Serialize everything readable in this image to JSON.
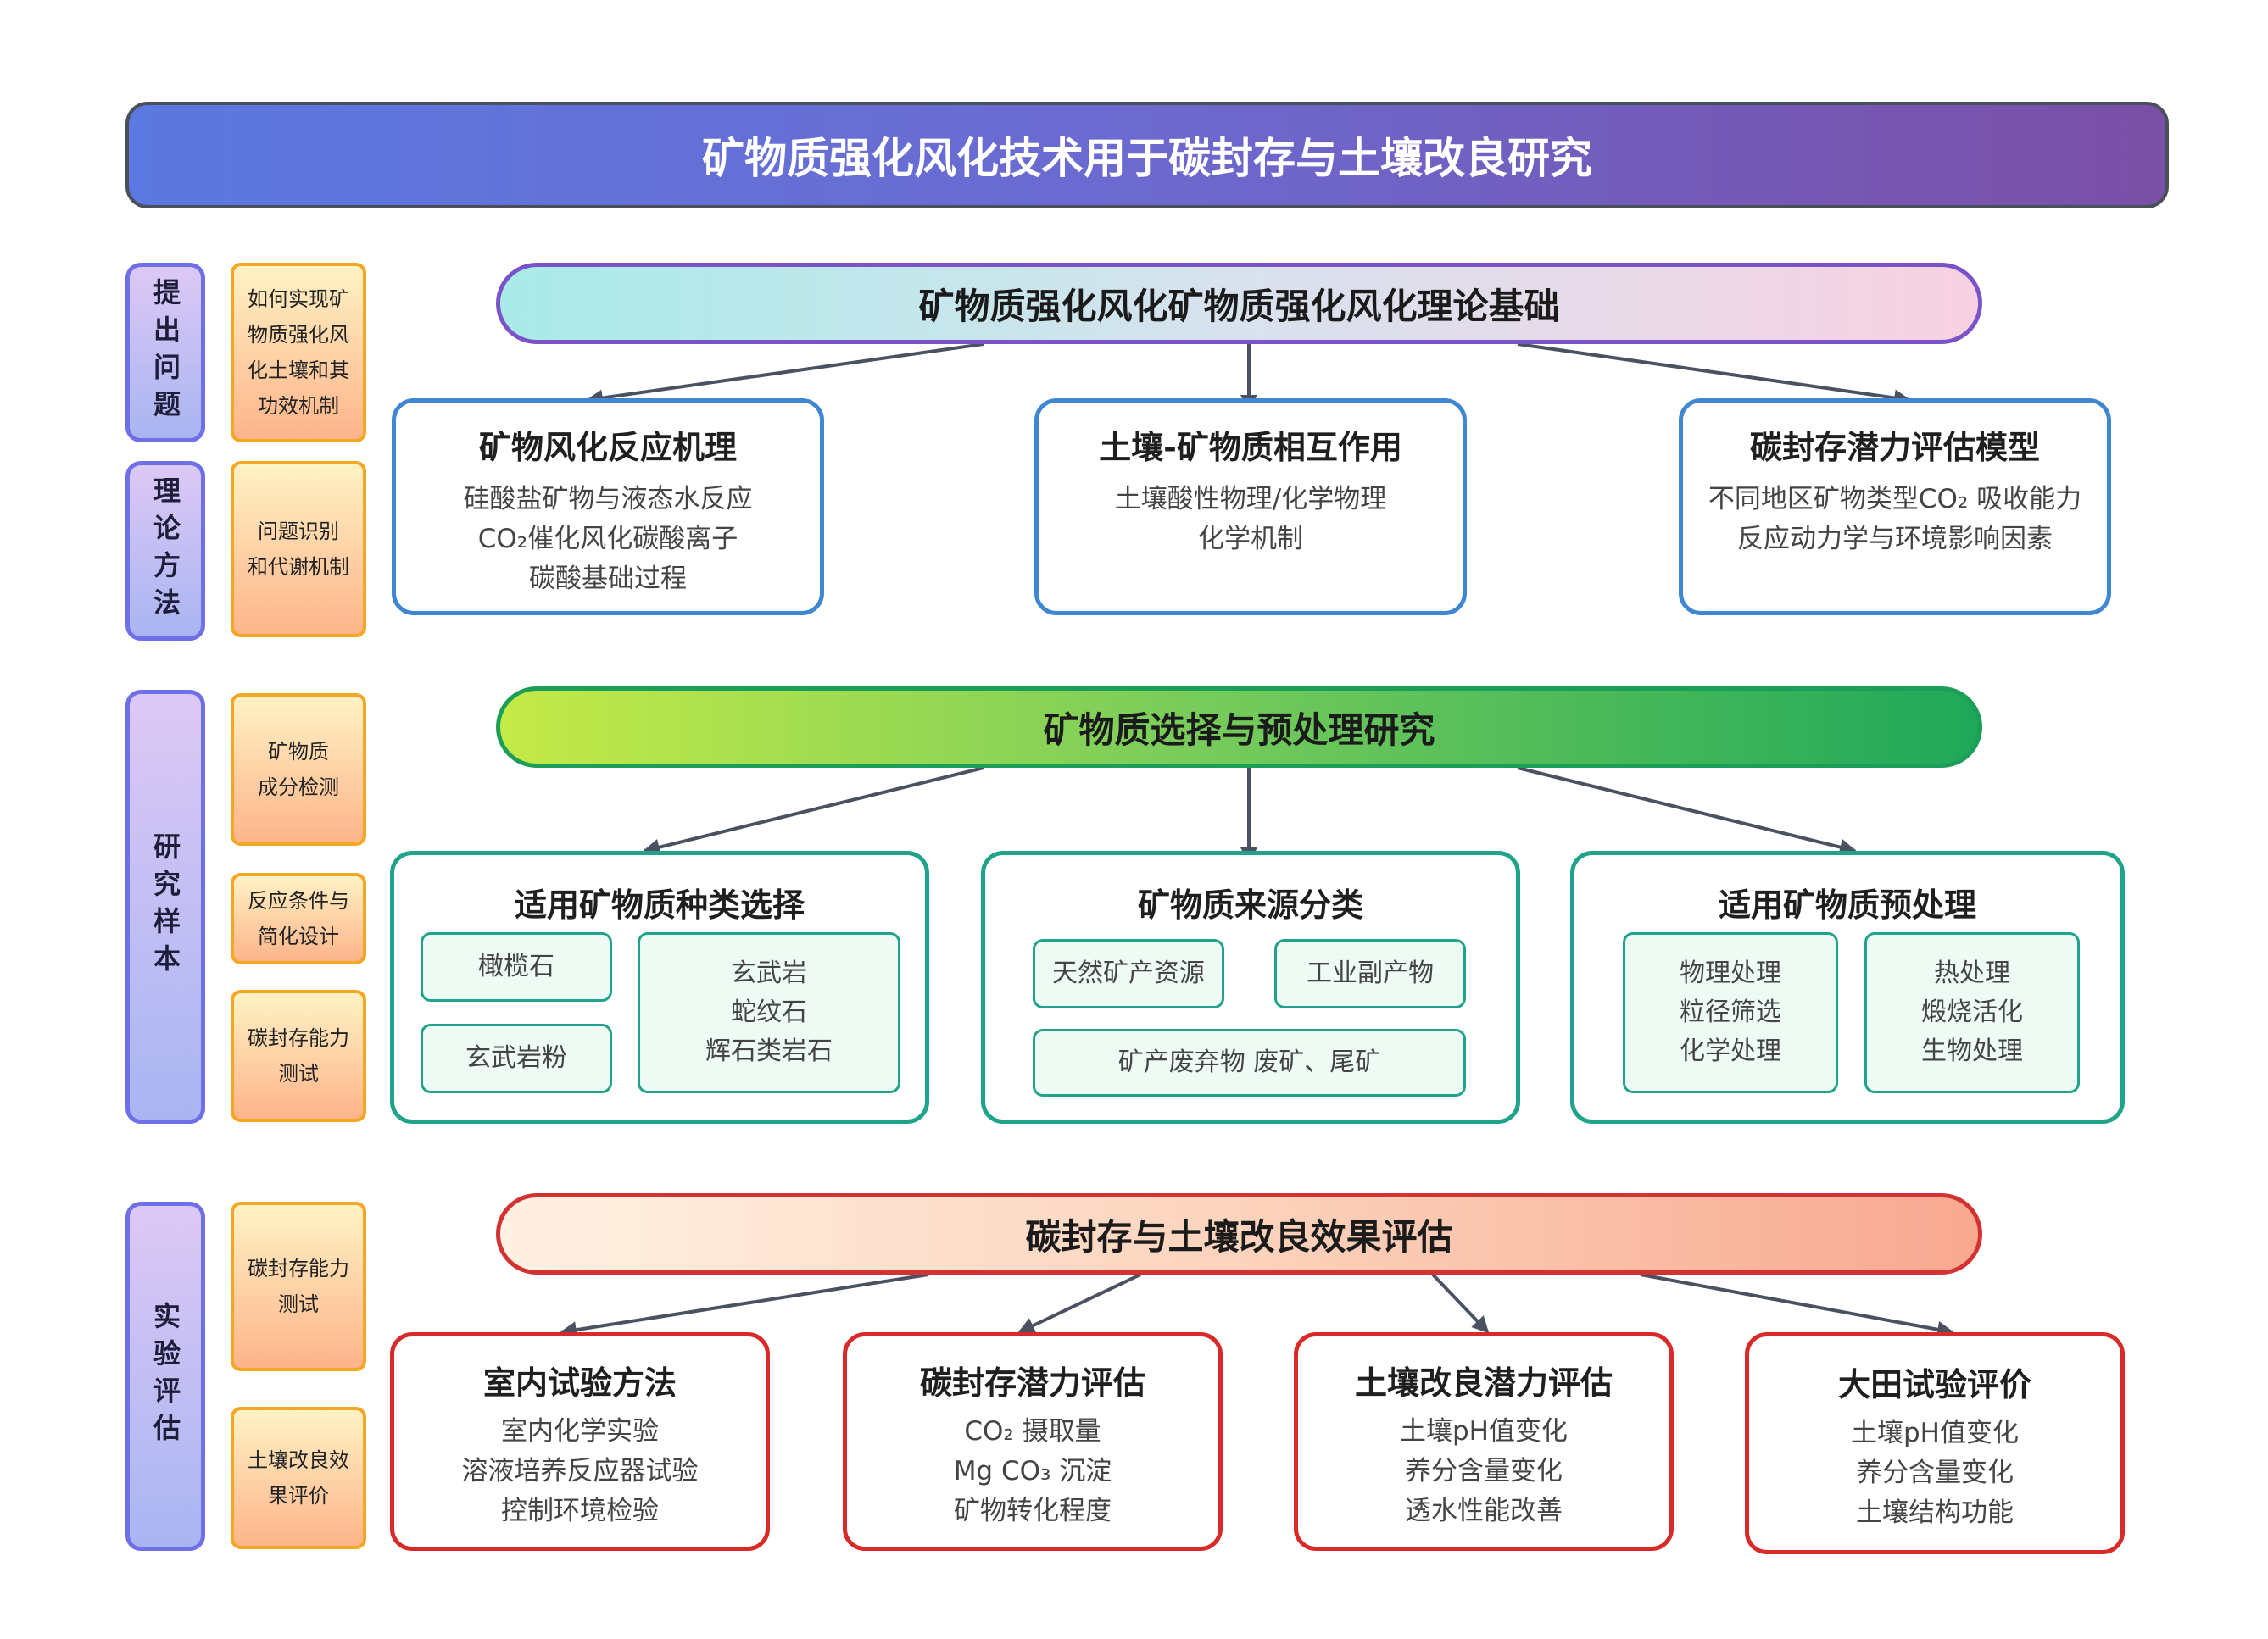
{
  "title": "矿物质强化风化技术用于碳封存与土壤改良研究",
  "side_labels": [
    "提出问题",
    "理论方法",
    "研究样本",
    "实验评估"
  ],
  "notes": [
    "如何实现矿\n物质强化风\n化土壤和其\n功效机制",
    "问题识别\n和代谢机制",
    "矿物质\n成分检测",
    "反应条件与\n简化设计",
    "碳封存能力\n测试",
    "碳封存能力\n测试",
    "土壤改良效\n果评价"
  ],
  "section1": {
    "banner": "矿物质强化风化矿物质强化风化理论基础",
    "cards": [
      {
        "title": "矿物风化反应机理",
        "lines": [
          "硅酸盐矿物与液态水反应",
          "CO₂催化风化碳酸离子",
          "碳酸基础过程"
        ]
      },
      {
        "title": "土壤-矿物质相互作用",
        "lines": [
          "土壤酸性物理/化学物理",
          "化学机制"
        ]
      },
      {
        "title": "碳封存潜力评估模型",
        "lines": [
          "不同地区矿物类型CO₂ 吸收能力",
          "反应动力学与环境影响因素"
        ]
      }
    ]
  },
  "section2": {
    "banner": "矿物质选择与预处理研究",
    "cards": [
      {
        "title": "适用矿物质种类选择",
        "chips": [
          "橄榄石",
          "玄武岩粉",
          "玄武岩\n蛇纹石\n辉石类岩石"
        ]
      },
      {
        "title": "矿物质来源分类",
        "chips": [
          "天然矿产资源",
          "工业副产物",
          "矿产废弃物 废矿、尾矿"
        ]
      },
      {
        "title": "适用矿物质预处理",
        "chips": [
          "物理处理\n粒径筛选\n化学处理",
          "热处理\n煅烧活化\n生物处理"
        ]
      }
    ]
  },
  "section3": {
    "banner": "碳封存与土壤改良效果评估",
    "cards": [
      {
        "title": "室内试验方法",
        "lines": [
          "室内化学实验",
          "溶液培养反应器试验",
          "控制环境检验"
        ]
      },
      {
        "title": "碳封存潜力评估",
        "lines": [
          "CO₂ 摄取量",
          "Mg CO₃ 沉淀",
          "矿物转化程度"
        ]
      },
      {
        "title": "土壤改良潜力评估",
        "lines": [
          "土壤pH值变化",
          "养分含量变化",
          "透水性能改善"
        ]
      },
      {
        "title": "大田试验评价",
        "lines": [
          "土壤pH值变化",
          "养分含量变化",
          "土壤结构功能"
        ]
      }
    ]
  },
  "colors": {
    "arrow": "#4a5262",
    "blue_border": "#3f87d0",
    "teal_border": "#1fa38a",
    "red_border": "#d92a2a",
    "note_border": "#f5a623",
    "side_border": "#6f6fe8"
  }
}
